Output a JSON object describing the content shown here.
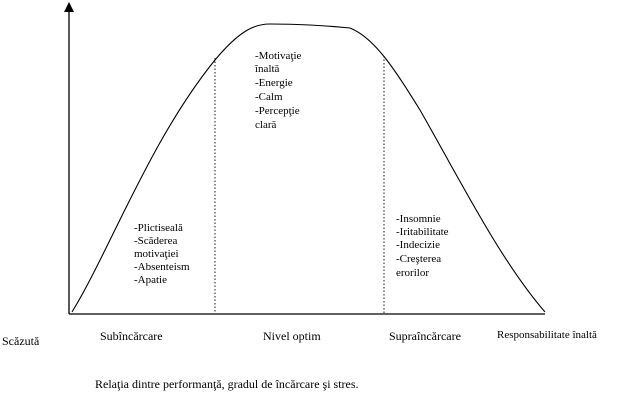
{
  "caption": "Relaţia dintre performanţă, gradul de încărcare şi stres.",
  "x_axis": {
    "low_label": "Scăzută",
    "high_label": "Responsabilitate înaltă",
    "zones": [
      "Subîncărcare",
      "Nivel optim",
      "Supraîncărcare"
    ]
  },
  "zone_notes": {
    "left": [
      "-Plictiseală",
      "-Scăderea",
      "motivaţiei",
      "-Absenteism",
      "-Apatie"
    ],
    "middle": [
      "-Motivaţie",
      "înaltă",
      "-Energie",
      "-Calm",
      "-Percepţie",
      "clară"
    ],
    "right": [
      "-Insomnie",
      "-Iritabilitate",
      "-Indecizie",
      "-Creşterea",
      "erorilor"
    ]
  }
}
